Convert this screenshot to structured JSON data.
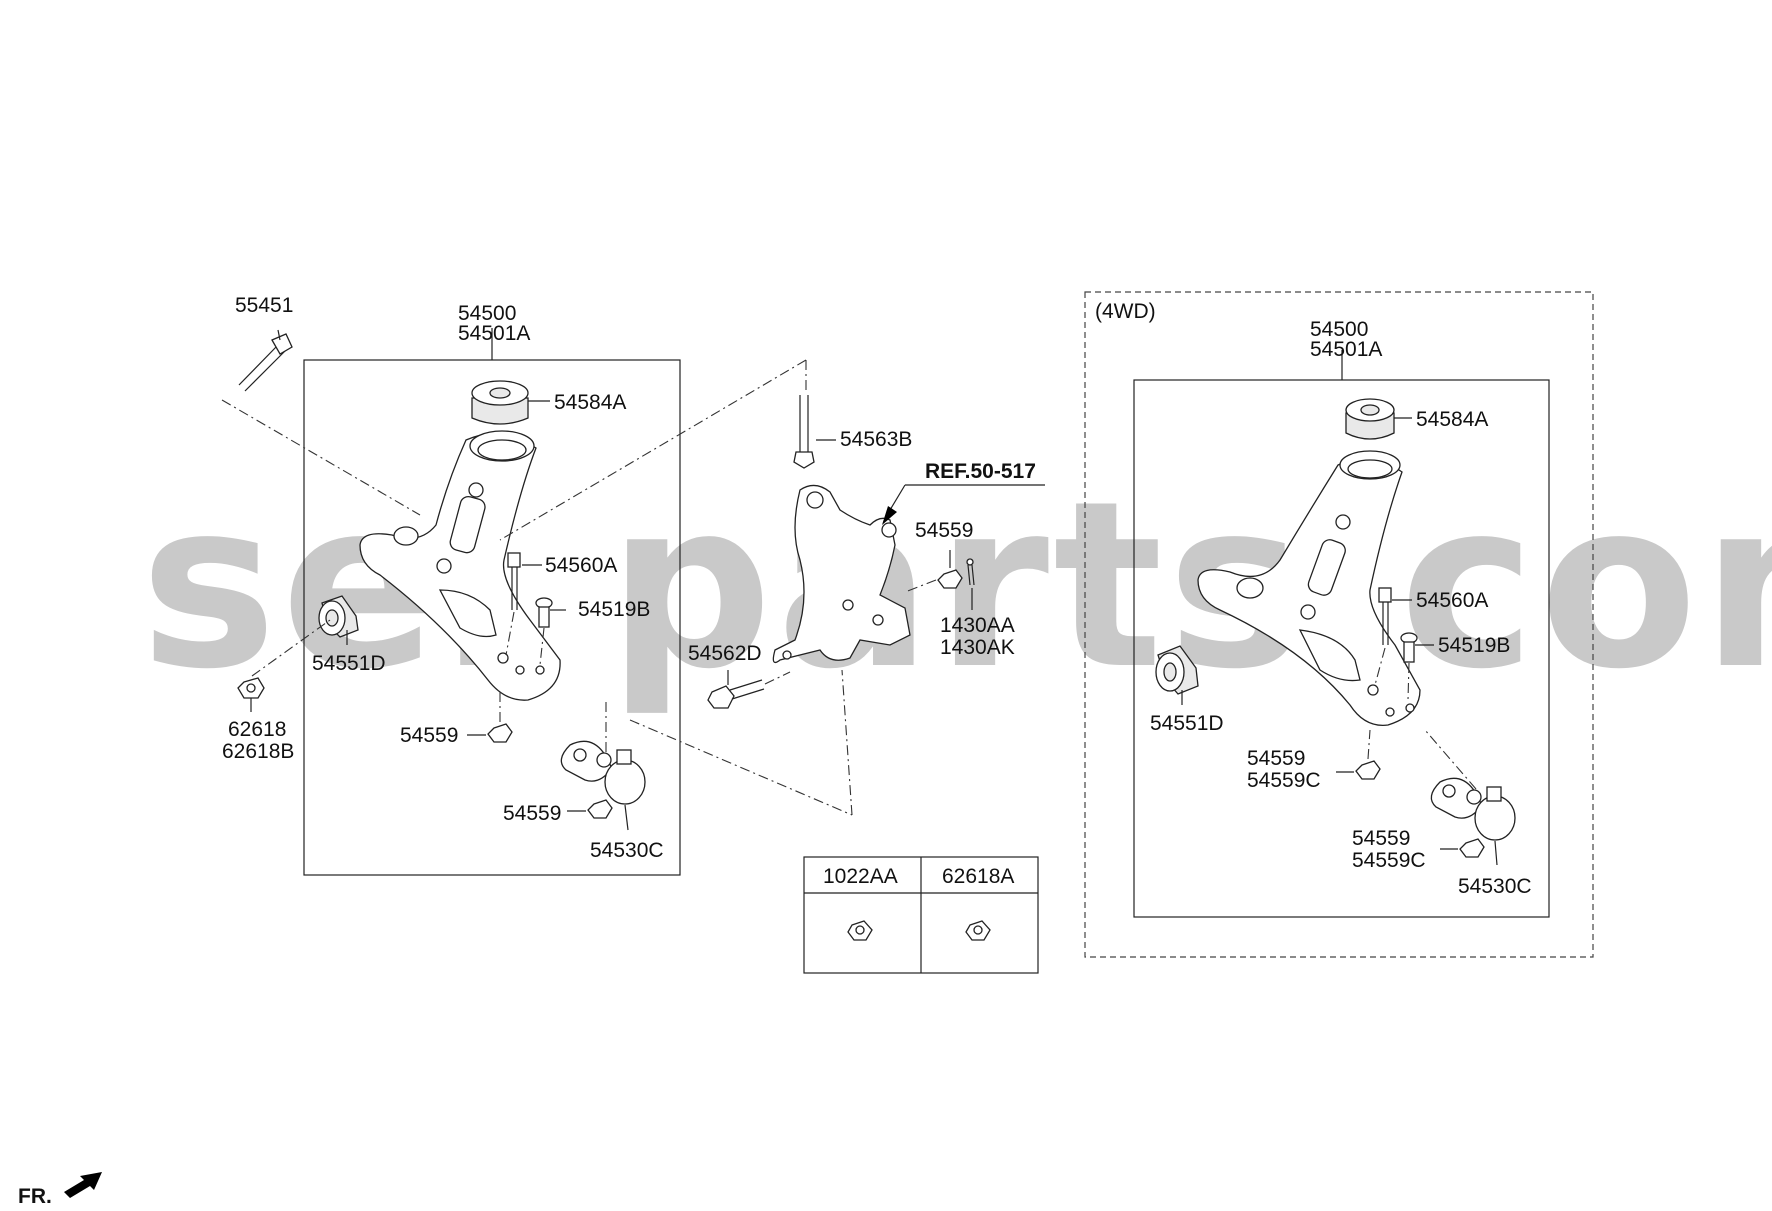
{
  "watermark": "sel parts.com",
  "left_assembly": {
    "bolt": "55451",
    "arm_part": "54500",
    "arm_part_alt": "54501A",
    "bushing_upper": "54584A",
    "bolt_upper": "54563B",
    "bolt_a": "54560A",
    "bolt_b": "54519B",
    "bushing_front": "54551D",
    "nut_front": "62618",
    "nut_front_alt": "62618B",
    "nut_1": "54559",
    "nut_2": "54559",
    "ball_joint": "54530C"
  },
  "knuckle": {
    "ref": "REF.50-517",
    "nut": "54559",
    "pin": "1430AA",
    "pin_alt": "1430AK",
    "bolt": "54562D"
  },
  "table": {
    "headers": [
      "1022AA",
      "62618A"
    ]
  },
  "right_assembly": {
    "title": "(4WD)",
    "arm_part": "54500",
    "arm_part_alt": "54501A",
    "bushing_upper": "54584A",
    "bolt_a": "54560A",
    "bolt_b": "54519B",
    "bushing_front": "54551D",
    "nut_1": "54559",
    "nut_1_alt": "54559C",
    "nut_2": "54559",
    "nut_2_alt": "54559C",
    "ball_joint": "54530C"
  },
  "footer": {
    "direction": "FR."
  }
}
